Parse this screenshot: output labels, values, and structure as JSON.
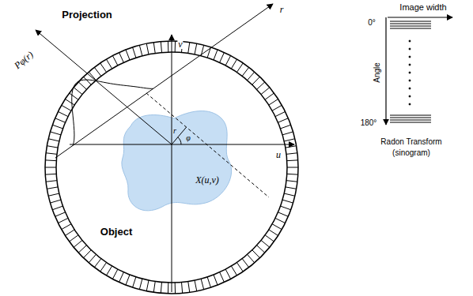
{
  "diagram": {
    "labels": [
      "Projection",
      "Pφ(r)",
      "r",
      "v",
      "u",
      "r",
      "φ",
      "X(u,v)",
      "Object",
      "Image width",
      "0°",
      "Angle",
      "180°",
      "Radon Transform",
      "(sinogram)"
    ]
  }
}
